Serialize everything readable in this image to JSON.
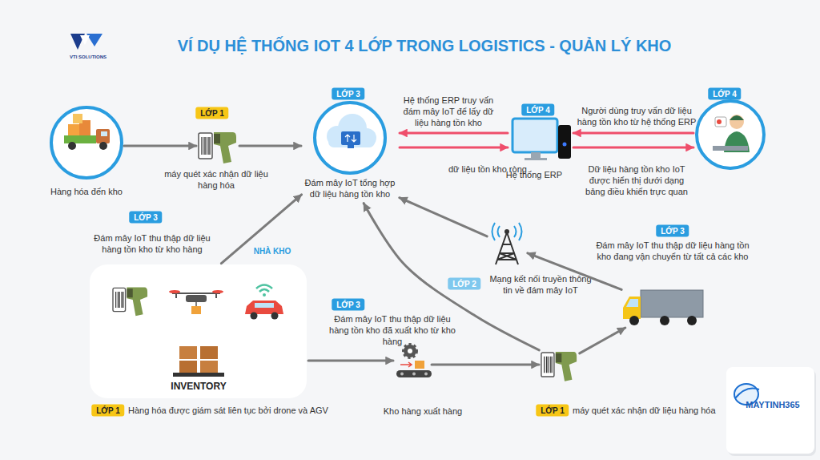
{
  "diagram": {
    "title": "VÍ DỤ HỆ THỐNG IOT 4 LỚP TRONG LOGISTICS - QUẢN LÝ KHO",
    "nodes": [
      {
        "text": [
          "Hàng hóa đến kho"
        ]
      },
      {
        "text": [
          "LỚP 1",
          "máy quét xác nhận dữ liệu hàng hóa"
        ]
      },
      {
        "text": [
          "LỚP 3",
          "Đám mây IoT tổng hợp dữ liệu hàng tồn kho"
        ]
      },
      {
        "text": [
          "LỚP 4",
          "Hệ thống ERP"
        ]
      },
      {
        "text": [
          "LỚP 4"
        ]
      },
      {
        "text": [
          "NHÀ KHO",
          "INVENTORY",
          "LỚP 1",
          "Hàng hóa được giám sát liên tục bởi drone và AGV"
        ]
      },
      {
        "text": [
          "LỚP 2",
          "Mạng kết nối truyền thông tin về đám mây IoT"
        ]
      },
      {
        "text": [
          "LỚP 3",
          "Đám mây IoT thu thập dữ liệu hàng tồn kho đang vận chuyển từ tất cả các kho"
        ]
      },
      {
        "text": [
          "Kho hàng xuất hàng"
        ]
      },
      {
        "text": [
          "LỚP 1",
          "máy quét xác nhận dữ liệu hàng hóa"
        ]
      }
    ],
    "edges": [
      {
        "from": 0,
        "to": 1,
        "arrow": "to"
      },
      {
        "from": 1,
        "to": 2,
        "arrow": "to"
      },
      {
        "from": 3,
        "to": 2,
        "label": "Hệ thống ERP truy vấn đám mây IoT để lấy dữ liệu hàng tồn kho",
        "arrow": "to"
      },
      {
        "from": 2,
        "to": 3,
        "label": "dữ liệu tồn kho ròng",
        "arrow": "to"
      },
      {
        "from": 4,
        "to": 3,
        "label": "Người dùng truy vấn dữ liệu hàng tồn kho từ hệ thống ERP",
        "arrow": "to"
      },
      {
        "from": 3,
        "to": 4,
        "label": "Dữ liệu hàng tồn kho IoT được hiển thị dưới dạng bảng điều khiển trực quan",
        "arrow": "to"
      },
      {
        "from": 5,
        "to": 2,
        "label": "Đám mây IoT thu thập dữ liệu hàng tồn kho từ kho hàng",
        "arrow": "to"
      },
      {
        "from": 6,
        "to": 2,
        "arrow": "to"
      },
      {
        "from": 7,
        "to": 6,
        "arrow": "to"
      },
      {
        "from": 5,
        "to": 8,
        "label": "Đám mây IoT thu thập dữ liệu hàng tồn kho đã xuất kho từ kho hàng",
        "arrow": "to"
      },
      {
        "from": 8,
        "to": 9,
        "arrow": "to"
      },
      {
        "from": 9,
        "to": 2,
        "arrow": "to"
      },
      {
        "from": 9,
        "to": 7,
        "arrow": "to"
      }
    ],
    "labels": [
      "VTI SOLUTIONS",
      "LỚP 3",
      "LỚP 3",
      "MAYTINH365"
    ]
  }
}
